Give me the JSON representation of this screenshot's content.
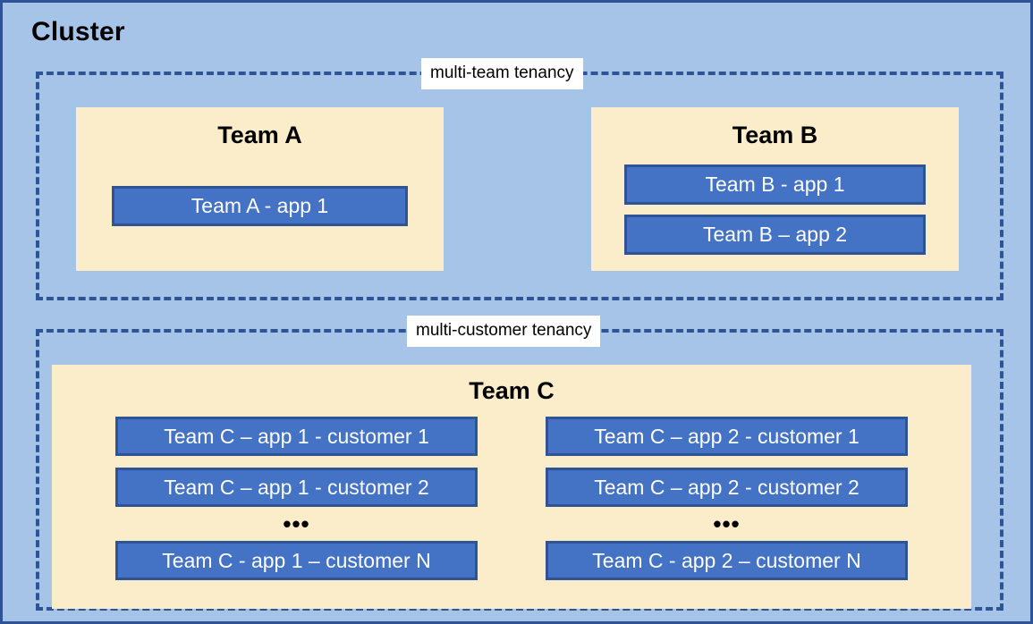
{
  "diagram": {
    "title": "Cluster",
    "background_color": "#A6C3E8",
    "border_color": "#2E5496",
    "team_card_color": "#FCEDCA",
    "app_box_color": "#4472C4",
    "app_box_border_color": "#2E5496"
  },
  "zones": [
    {
      "id": "multi-team",
      "label": "multi-team tenancy"
    },
    {
      "id": "multi-customer",
      "label": "multi-customer tenancy"
    }
  ],
  "teams": {
    "a": {
      "title": "Team A",
      "apps": [
        {
          "label": "Team A - app 1"
        }
      ]
    },
    "b": {
      "title": "Team B",
      "apps": [
        {
          "label": "Team B - app 1"
        },
        {
          "label": "Team B – app 2"
        }
      ]
    },
    "c": {
      "title": "Team C",
      "ellipsis": "•••",
      "columns": [
        {
          "id": "app-1",
          "apps_top": [
            {
              "label": "Team C – app 1 - customer 1"
            },
            {
              "label": "Team C – app 1 - customer 2"
            }
          ],
          "apps_bottom": [
            {
              "label": "Team C - app 1 – customer N"
            }
          ]
        },
        {
          "id": "app-2",
          "apps_top": [
            {
              "label": "Team C – app 2 - customer 1"
            },
            {
              "label": "Team C – app 2 - customer 2"
            }
          ],
          "apps_bottom": [
            {
              "label": "Team C - app 2 – customer N"
            }
          ]
        }
      ]
    }
  }
}
